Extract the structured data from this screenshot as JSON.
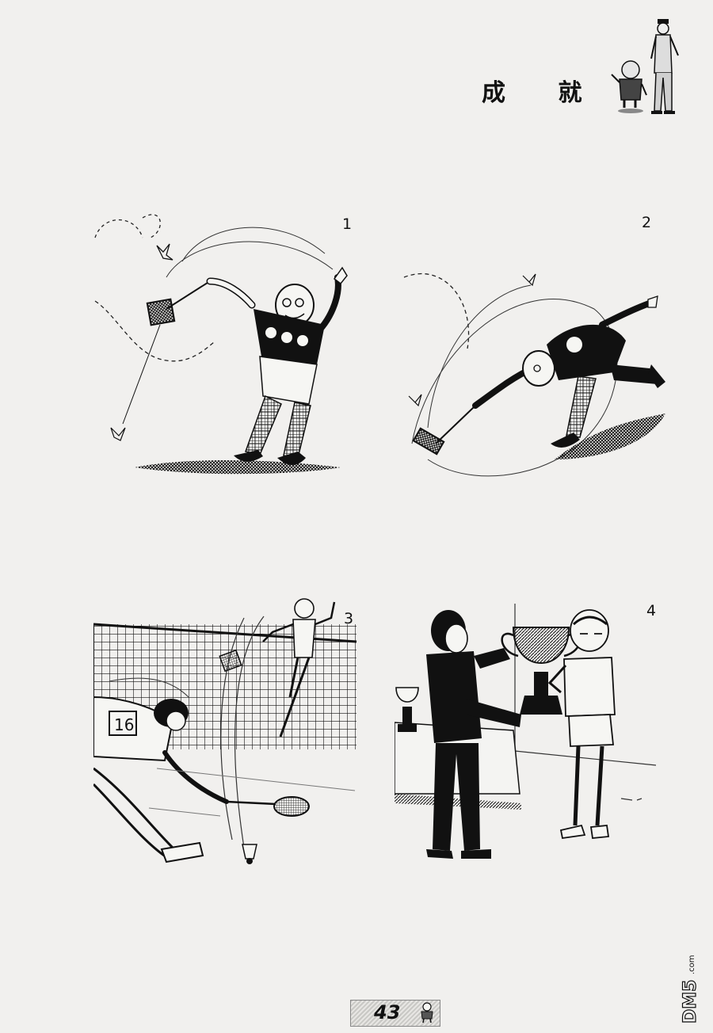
{
  "page": {
    "title": "成 就",
    "page_number": "43"
  },
  "panels": [
    {
      "number": "1"
    },
    {
      "number": "2"
    },
    {
      "number": "3"
    },
    {
      "number": "4"
    }
  ],
  "images": {
    "mascot": "old-man-and-boy-illustration",
    "panel_1": "old-man-swinging-racket-illustration",
    "panel_2": "old-man-diving-for-shuttlecock-illustration",
    "panel_3": "badminton-match-at-net-illustration",
    "panel_4": "trophy-presentation-illustration",
    "footer": "small-figure-illustration",
    "watermark": "DM5.com"
  }
}
